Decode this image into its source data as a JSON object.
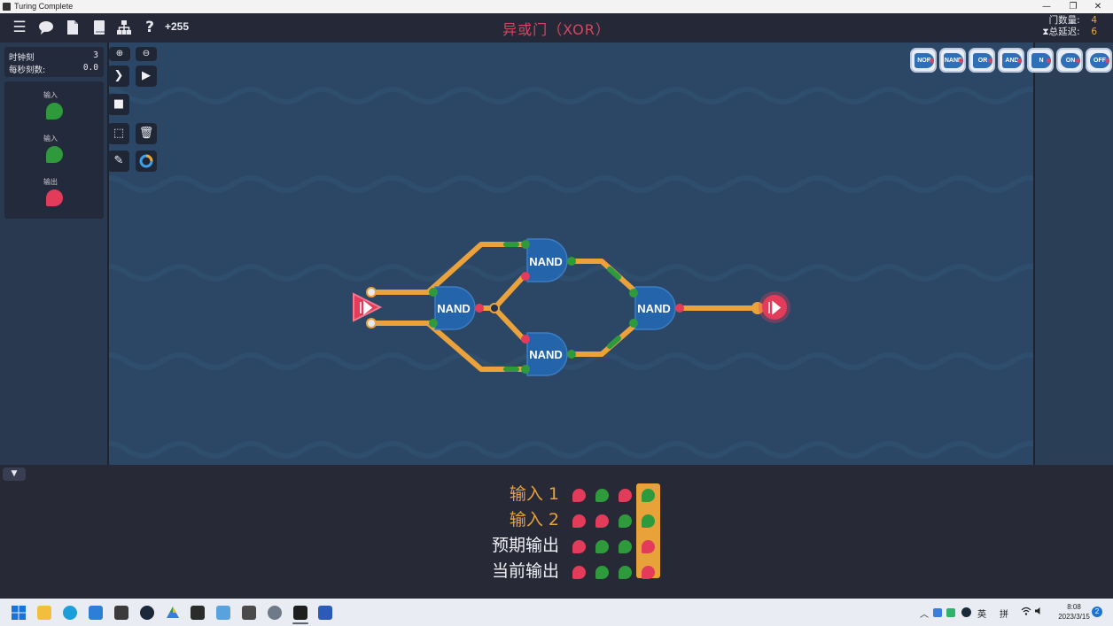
{
  "window": {
    "title": "Turing Complete",
    "controls": [
      "—",
      "❐",
      "✕"
    ]
  },
  "topbar": {
    "icons": [
      "menu-icon",
      "chat-icon",
      "document-icon",
      "book-icon",
      "hierarchy-icon",
      "help-icon"
    ],
    "score": "+255",
    "level_title": "异或门（XOR）",
    "gate_count_label": "门数量:",
    "gate_count": "4",
    "delay_label": "总延迟:",
    "delay": "6"
  },
  "clock_panel": {
    "ticks_label": "时钟刻",
    "ticks": "3",
    "per_sec_label": "每秒刻数:",
    "per_sec": "0.0"
  },
  "io_panel": [
    {
      "label": "输入",
      "state": "on"
    },
    {
      "label": "输入",
      "state": "on"
    },
    {
      "label": "输出",
      "state": "off"
    }
  ],
  "palette": [
    "NOR",
    "NAND",
    "OR",
    "AND",
    "N",
    "ON",
    "OFF"
  ],
  "circuit": {
    "gate_label": "NAND"
  },
  "truth_table": {
    "rows": [
      {
        "label": "输入 1",
        "values": [
          "off",
          "on",
          "off",
          "on"
        ],
        "color": "#e8a23a"
      },
      {
        "label": "输入 2",
        "values": [
          "off",
          "off",
          "on",
          "on"
        ],
        "color": "#e8a23a"
      },
      {
        "label": "预期输出",
        "values": [
          "off",
          "on",
          "on",
          "off"
        ],
        "color": "#f0f0f5"
      },
      {
        "label": "当前输出",
        "values": [
          "off",
          "on",
          "on",
          "off"
        ],
        "color": "#f0f0f5"
      }
    ],
    "highlight_column": 3
  },
  "colors": {
    "on": "#2f9a3c",
    "off": "#e23c5a",
    "wire": "#eba23a",
    "gate": "#2464ab"
  },
  "taskbar": {
    "apps": [
      "windows-start-icon",
      "file-explorer-icon",
      "edge-icon",
      "store-icon",
      "app-icon",
      "steam-icon",
      "drive-icon",
      "terminal-icon",
      "notepad-icon",
      "7zip-icon",
      "settings-icon",
      "turing-complete-icon",
      "word-icon"
    ],
    "tray_lang": "英",
    "tray_ime": "拼",
    "time": "8:08",
    "date": "2023/3/15",
    "notifications": "2"
  }
}
